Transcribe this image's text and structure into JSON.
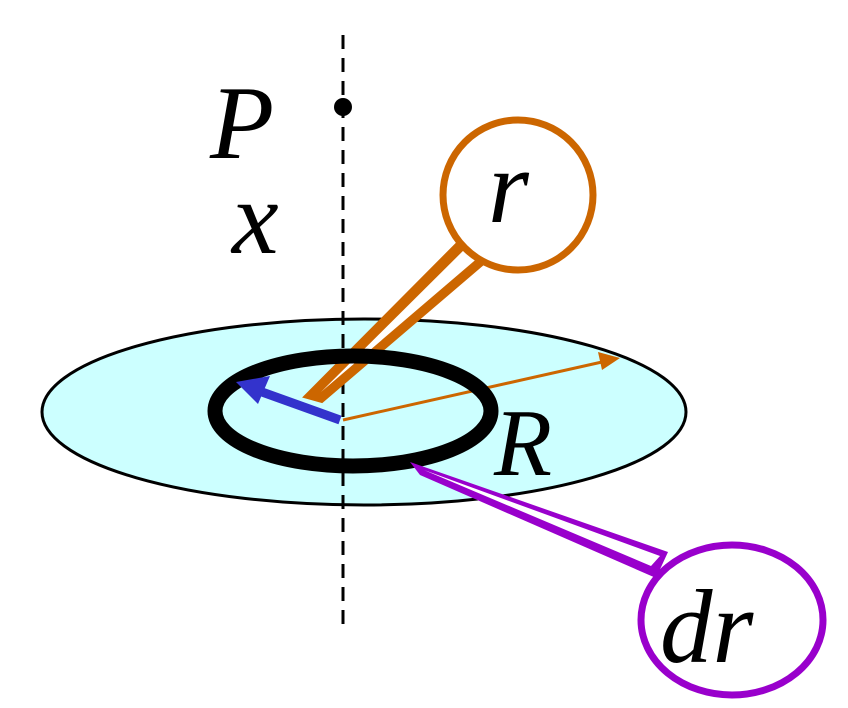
{
  "labels": {
    "point": "P",
    "axis_distance": "x",
    "ring_radius": "r",
    "disk_radius": "R",
    "ring_width": "dr"
  },
  "colors": {
    "disk_fill": "#ccffff",
    "disk_edge": "#000000",
    "ring": "#000000",
    "axis_line": "#000000",
    "point_dot": "#000000",
    "r_callout": "#cc6600",
    "r_vector": "#3333cc",
    "R_vector": "#cc6600",
    "dr_callout": "#9900cc"
  },
  "icons": {
    "point": "dot",
    "r_vector_head": "arrowhead",
    "R_vector_head": "arrowhead"
  }
}
